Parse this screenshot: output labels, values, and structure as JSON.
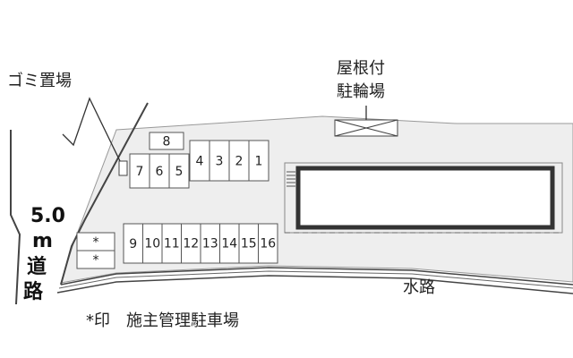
{
  "labels": {
    "garbage": "ゴミ置場",
    "roof_line1": "屋根付",
    "roof_line2": "駐輪場",
    "road_width": "5.0",
    "road_unit": "m",
    "road_char1": "道",
    "road_char2": "路",
    "waterway": "水路",
    "legend": "*印　施主管理駐車場"
  },
  "parking_top": {
    "single": "8",
    "left_group": [
      "7",
      "6",
      "5"
    ],
    "right_group": [
      "4",
      "3",
      "2",
      "1"
    ]
  },
  "parking_bottom": [
    "9",
    "10",
    "11",
    "12",
    "13",
    "14",
    "15",
    "16"
  ],
  "owner_slots": [
    "*",
    "*"
  ],
  "colors": {
    "lot": "#eeeeee",
    "line": "#555555",
    "building": "#333333"
  }
}
